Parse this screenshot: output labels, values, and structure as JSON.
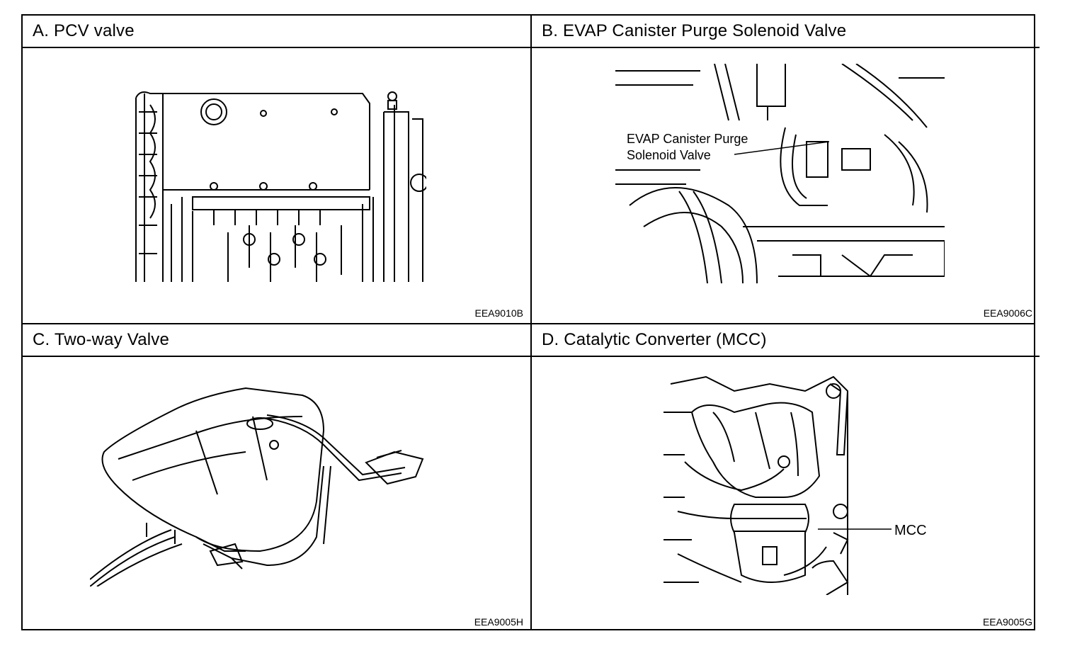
{
  "panels": [
    {
      "title": "A. PCV  valve",
      "code": "EEA9010B"
    },
    {
      "title": "B. EVAP Canister Purge Solenoid Valve",
      "code": "EEA9006C",
      "callout_line1": "EVAP Canister Purge",
      "callout_line2": "Solenoid Valve"
    },
    {
      "title": "C.  Two-way  Valve",
      "code": "EEA9005H"
    },
    {
      "title": "D.  Catalytic  Converter  (MCC)",
      "code": "EEA9005G",
      "callout": "MCC"
    }
  ]
}
